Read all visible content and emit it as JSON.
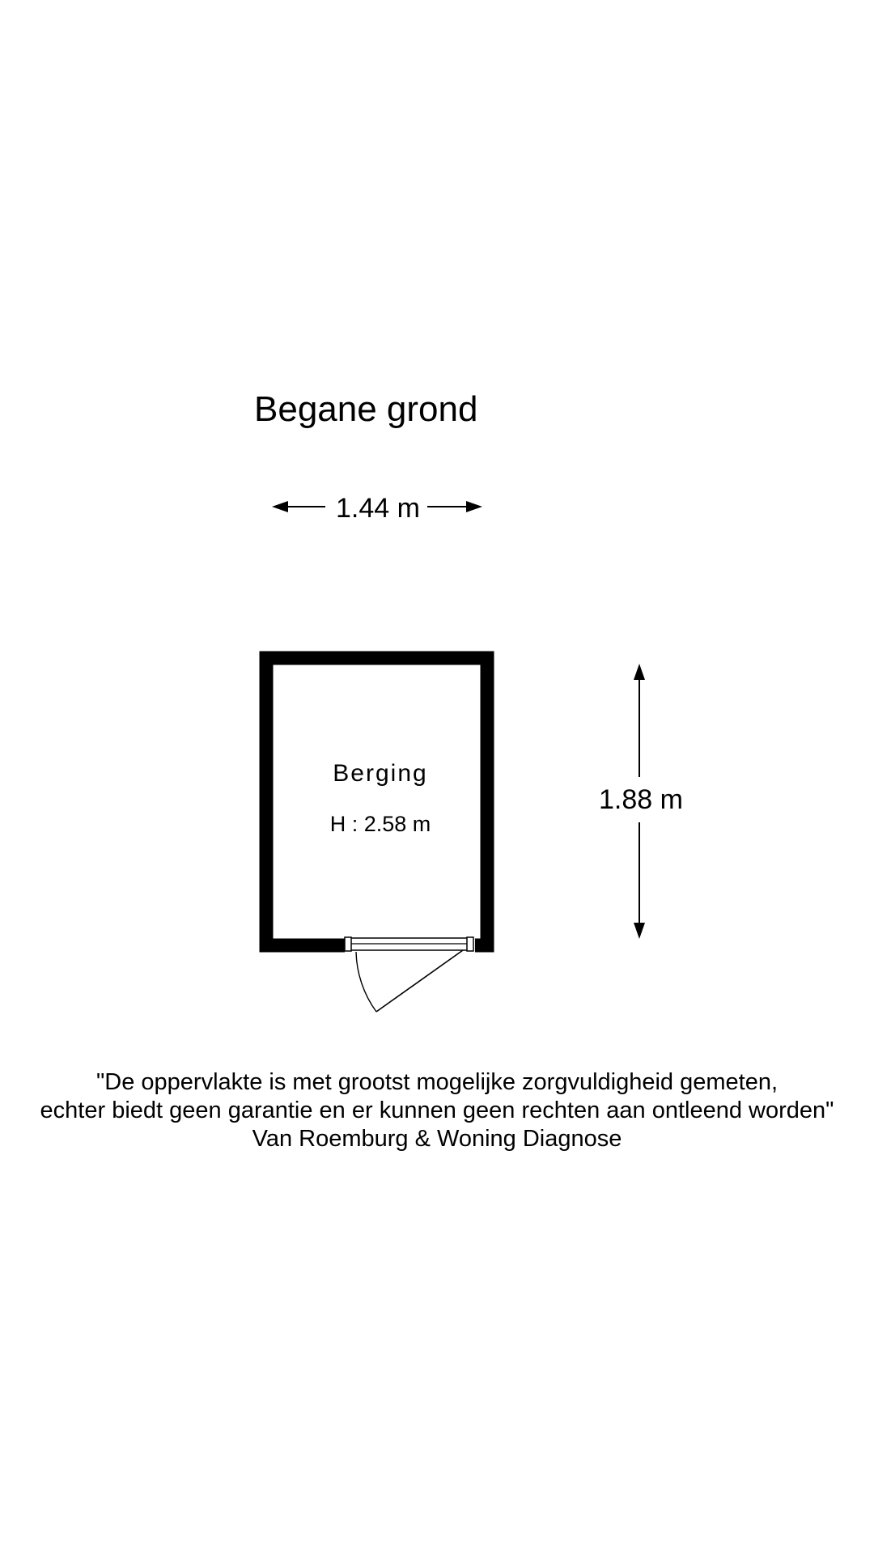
{
  "floor": {
    "title": "Begane grond"
  },
  "room": {
    "name": "Berging",
    "height_label": "H : 2.58 m"
  },
  "dimensions": {
    "width_label": "1.44 m",
    "depth_label": "1.88 m"
  },
  "disclaimer": {
    "line1": "\"De oppervlakte is met grootst mogelijke zorgvuldigheid gemeten,",
    "line2": "echter biedt geen garantie en er kunnen geen rechten aan ontleend worden\"",
    "line3": "Van Roemburg & Woning Diagnose"
  },
  "colors": {
    "wall": "#000000",
    "background": "#ffffff"
  }
}
